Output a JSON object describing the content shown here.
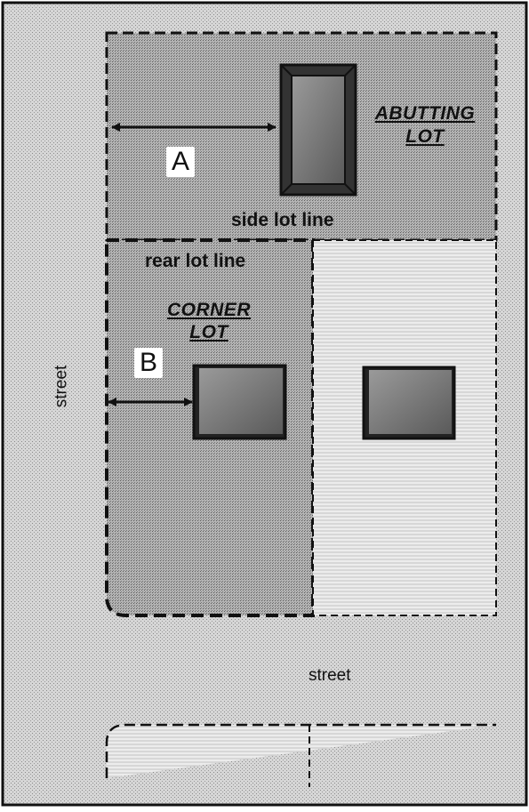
{
  "labels": {
    "abutting_lot_line1": "ABUTTING",
    "abutting_lot_line2": "LOT",
    "corner_lot_line1": "CORNER",
    "corner_lot_line2": "LOT",
    "side_lot_line": "side lot line",
    "rear_lot_line": "rear lot line",
    "street_left": "street",
    "street_bottom": "street",
    "distance_a": "A",
    "distance_b": "B"
  },
  "colors": {
    "frame": "#111111",
    "lot_fill_dark": "#a8a8a8",
    "lot_fill_light": "#e6e6e6",
    "background_fill": "#dcdcdc",
    "building_fill": "#7a7a7a"
  }
}
